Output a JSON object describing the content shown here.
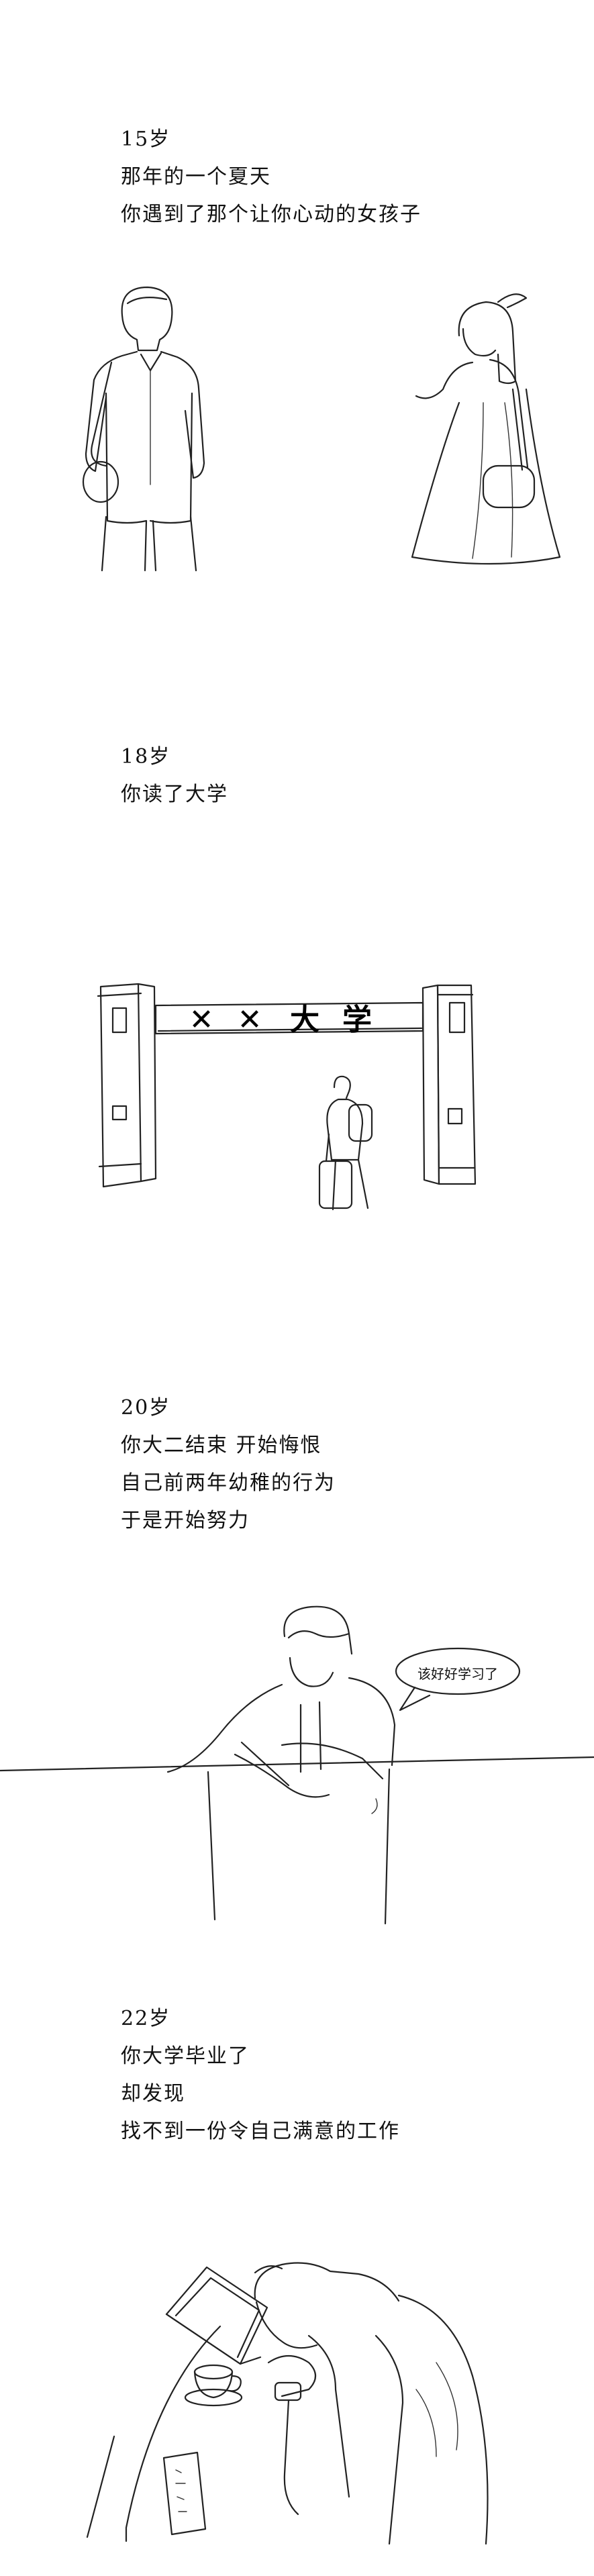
{
  "panels": [
    {
      "age": "15岁",
      "lines": [
        "那年的一个夏天",
        "你遇到了那个让你心动的女孩子"
      ]
    },
    {
      "age": "18岁",
      "lines": [
        "你读了大学"
      ],
      "sign_chars": [
        "✕",
        "✕",
        "大",
        "学"
      ]
    },
    {
      "age": "20岁",
      "lines": [
        "你大二结束 开始悔恨",
        "自己前两年幼稚的行为",
        "于是开始努力"
      ],
      "speech_bubble": "该好好学习了"
    },
    {
      "age": "22岁",
      "lines": [
        "你大学毕业了",
        "却发现",
        "找不到一份令自己满意的工作"
      ]
    }
  ]
}
